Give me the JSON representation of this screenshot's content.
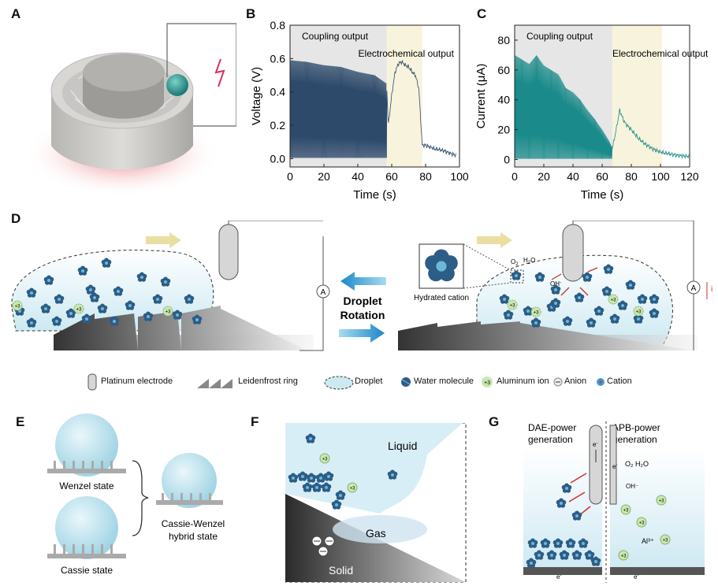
{
  "panel_labels": {
    "A": "A",
    "B": "B",
    "C": "C",
    "D": "D",
    "E": "E",
    "F": "F",
    "G": "G"
  },
  "chart_data": [
    {
      "type": "line",
      "panel": "B",
      "xlabel": "Time (s)",
      "ylabel": "Voltage (V)",
      "xlim": [
        0,
        100
      ],
      "ylim": [
        -0.05,
        0.8
      ],
      "xticks": [
        "0",
        "20",
        "40",
        "60",
        "80",
        "100"
      ],
      "yticks": [
        "0.0",
        "0.2",
        "0.4",
        "0.6",
        "0.8"
      ],
      "regions": [
        {
          "label": "Coupling output",
          "x": [
            0,
            57
          ],
          "color": "#e6e6e6"
        },
        {
          "label": "Electrochemical output",
          "x": [
            57,
            78
          ],
          "color": "#f7f3dc"
        }
      ],
      "series": [
        {
          "color": "#2e4a6b",
          "envelope": {
            "x": [
              0,
              10,
              20,
              30,
              40,
              50,
              57,
              58,
              60,
              62,
              64,
              66,
              68,
              70,
              72,
              74,
              76,
              78,
              80,
              85,
              90,
              95,
              98
            ],
            "y": [
              0.59,
              0.58,
              0.56,
              0.55,
              0.52,
              0.5,
              0.45,
              0.2,
              0.38,
              0.52,
              0.57,
              0.58,
              0.56,
              0.55,
              0.52,
              0.5,
              0.42,
              0.08,
              0.08,
              0.06,
              0.05,
              0.03,
              0.02
            ]
          },
          "baseline": 0.0
        }
      ]
    },
    {
      "type": "line",
      "panel": "C",
      "xlabel": "Time (s)",
      "ylabel": "Current (μA)",
      "xlim": [
        0,
        120
      ],
      "ylim": [
        -5,
        90
      ],
      "xticks": [
        "0",
        "20",
        "40",
        "60",
        "80",
        "100",
        "120"
      ],
      "yticks": [
        "0",
        "20",
        "40",
        "60",
        "80"
      ],
      "regions": [
        {
          "label": "Coupling output",
          "x": [
            0,
            67
          ],
          "color": "#e6e6e6"
        },
        {
          "label": "Electrochemical output",
          "x": [
            67,
            101
          ],
          "color": "#f7f3dc"
        }
      ],
      "series": [
        {
          "color": "#1a8a8a",
          "envelope": {
            "x": [
              0,
              5,
              10,
              15,
              20,
              25,
              30,
              35,
              40,
              45,
              50,
              55,
              60,
              65,
              67,
              68,
              70,
              72,
              74,
              76,
              80,
              85,
              90,
              95,
              100,
              110,
              120
            ],
            "y": [
              70,
              67,
              64,
              70,
              63,
              60,
              57,
              48,
              45,
              40,
              33,
              27,
              20,
              12,
              8,
              12,
              22,
              33,
              28,
              24,
              20,
              14,
              10,
              7,
              5,
              3,
              2
            ]
          },
          "baseline": 0
        }
      ]
    }
  ],
  "panel_d": {
    "center_label_1": "Droplet",
    "center_label_2": "Rotation",
    "hydrated_cation": "Hydrated cation",
    "ammeter": "A",
    "current_label": "i",
    "o2": "O",
    "o2_sub": "2",
    "h2o": "H",
    "h2o_sub": "2",
    "h2o_tail": "O",
    "oh": "OH",
    "oh_sup": "-",
    "ion": "+3"
  },
  "legend": [
    {
      "icon": "electrode-icon",
      "label": "Platinum electrode"
    },
    {
      "icon": "leidenfrost-ring-icon",
      "label": "Leidenfrost ring"
    },
    {
      "icon": "droplet-icon",
      "label": "Droplet"
    },
    {
      "icon": "water-molecule-icon",
      "label": "Water molecule"
    },
    {
      "icon": "aluminum-ion-icon",
      "label": "Aluminum ion"
    },
    {
      "icon": "anion-icon",
      "label": "Anion"
    },
    {
      "icon": "cation-icon",
      "label": "Cation"
    }
  ],
  "panel_e": {
    "wenzel": "Wenzel state",
    "cassie": "Cassie state",
    "hybrid_1": "Cassie-Wenzel",
    "hybrid_2": "hybrid state"
  },
  "panel_f": {
    "liquid": "Liquid",
    "gas": "Gas",
    "solid": "Solid",
    "ion": "+3"
  },
  "panel_g": {
    "left_1": "DAE-power",
    "left_2": "generation",
    "right_1": "APB-power",
    "right_2": "generation",
    "electron": "e",
    "electron_sup": "-",
    "o2": "O₂  H₂O",
    "oh": "OH⁻",
    "al": "Al³⁺",
    "ion": "+3"
  }
}
